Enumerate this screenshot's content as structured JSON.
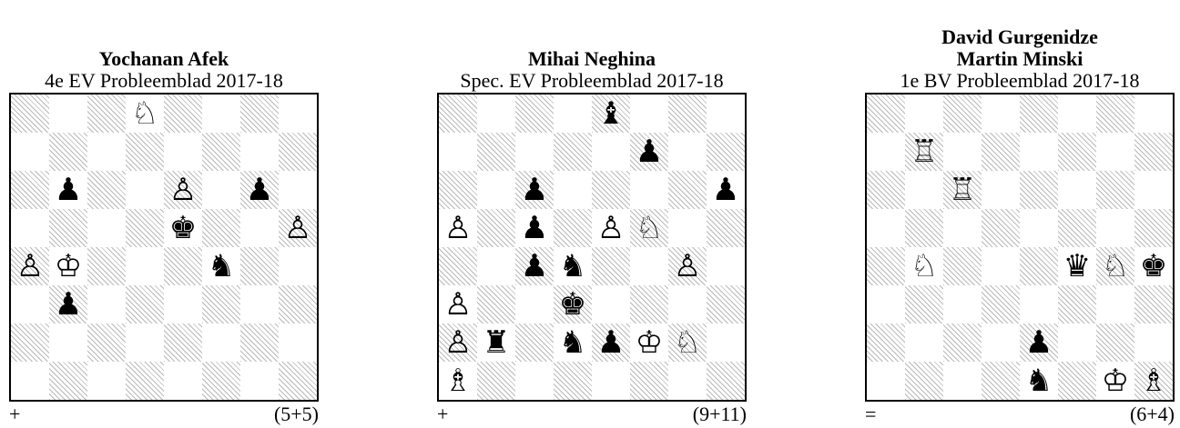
{
  "diagrams": [
    {
      "authors": [
        "Yochanan Afek"
      ],
      "source": "4e EV Probleemblad 2017-18",
      "stipulation": "+",
      "count": "(5+5)",
      "pieces": [
        {
          "sq": "d8",
          "glyph": "♘",
          "name": "white-knight"
        },
        {
          "sq": "b6",
          "glyph": "♟",
          "name": "black-pawn"
        },
        {
          "sq": "e6",
          "glyph": "♙",
          "name": "white-pawn"
        },
        {
          "sq": "g6",
          "glyph": "♟",
          "name": "black-pawn"
        },
        {
          "sq": "e5",
          "glyph": "♚",
          "name": "black-king"
        },
        {
          "sq": "h5",
          "glyph": "♙",
          "name": "white-pawn"
        },
        {
          "sq": "a4",
          "glyph": "♙",
          "name": "white-pawn"
        },
        {
          "sq": "b4",
          "glyph": "♔",
          "name": "white-king"
        },
        {
          "sq": "f4",
          "glyph": "♞",
          "name": "black-knight"
        },
        {
          "sq": "b3",
          "glyph": "♟",
          "name": "black-pawn"
        }
      ]
    },
    {
      "authors": [
        "Mihai Neghina"
      ],
      "source": "Spec. EV Probleemblad 2017-18",
      "stipulation": "+",
      "count": "(9+11)",
      "pieces": [
        {
          "sq": "e8",
          "glyph": "♝",
          "name": "black-bishop"
        },
        {
          "sq": "f7",
          "glyph": "♟",
          "name": "black-pawn"
        },
        {
          "sq": "c6",
          "glyph": "♟",
          "name": "black-pawn"
        },
        {
          "sq": "h6",
          "glyph": "♟",
          "name": "black-pawn"
        },
        {
          "sq": "a5",
          "glyph": "♙",
          "name": "white-pawn"
        },
        {
          "sq": "c5",
          "glyph": "♟",
          "name": "black-pawn"
        },
        {
          "sq": "e5",
          "glyph": "♙",
          "name": "white-pawn"
        },
        {
          "sq": "f5",
          "glyph": "♘",
          "name": "white-knight"
        },
        {
          "sq": "c4",
          "glyph": "♟",
          "name": "black-pawn"
        },
        {
          "sq": "d4",
          "glyph": "♞",
          "name": "black-knight"
        },
        {
          "sq": "g4",
          "glyph": "♙",
          "name": "white-pawn"
        },
        {
          "sq": "a3",
          "glyph": "♙",
          "name": "white-pawn"
        },
        {
          "sq": "d3",
          "glyph": "♚",
          "name": "black-king"
        },
        {
          "sq": "a2",
          "glyph": "♙",
          "name": "white-pawn"
        },
        {
          "sq": "b2",
          "glyph": "♜",
          "name": "black-rook"
        },
        {
          "sq": "d2",
          "glyph": "♞",
          "name": "black-knight"
        },
        {
          "sq": "e2",
          "glyph": "♟",
          "name": "black-pawn"
        },
        {
          "sq": "f2",
          "glyph": "♔",
          "name": "white-king"
        },
        {
          "sq": "g2",
          "glyph": "♘",
          "name": "white-knight"
        },
        {
          "sq": "a1",
          "glyph": "♗",
          "name": "white-bishop"
        }
      ]
    },
    {
      "authors": [
        "David Gurgenidze",
        "Martin Minski"
      ],
      "source": "1e BV Probleemblad 2017-18",
      "stipulation": "=",
      "count": "(6+4)",
      "pieces": [
        {
          "sq": "b7",
          "glyph": "♖",
          "name": "white-rook"
        },
        {
          "sq": "c6",
          "glyph": "♖",
          "name": "white-rook"
        },
        {
          "sq": "b4",
          "glyph": "♘",
          "name": "white-knight"
        },
        {
          "sq": "f4",
          "glyph": "♛",
          "name": "black-queen"
        },
        {
          "sq": "g4",
          "glyph": "♘",
          "name": "white-knight"
        },
        {
          "sq": "h4",
          "glyph": "♚",
          "name": "black-king"
        },
        {
          "sq": "e2",
          "glyph": "♟",
          "name": "black-pawn"
        },
        {
          "sq": "e1",
          "glyph": "♞",
          "name": "black-knight"
        },
        {
          "sq": "g1",
          "glyph": "♔",
          "name": "white-king"
        },
        {
          "sq": "h1",
          "glyph": "♗",
          "name": "white-bishop"
        }
      ]
    }
  ]
}
